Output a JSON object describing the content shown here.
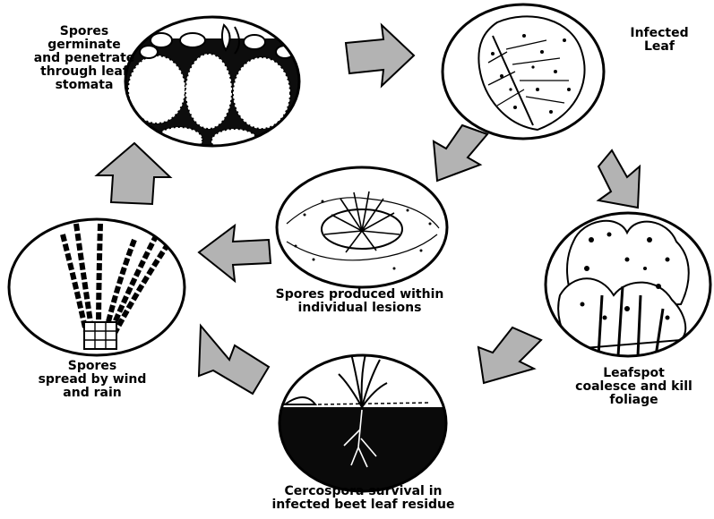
{
  "stages": [
    {
      "id": "stomata",
      "lines": [
        "Spores",
        "germinate",
        "and penetrate",
        "through leaf",
        "stomata"
      ]
    },
    {
      "id": "infected",
      "lines": [
        "Infected",
        "Leaf"
      ]
    },
    {
      "id": "leafspot",
      "lines": [
        "Leafspot",
        "coalesce and kill",
        "foliage"
      ]
    },
    {
      "id": "survival",
      "lines": [
        "Cercospora survival in",
        "infected beet leaf residue"
      ]
    },
    {
      "id": "spread",
      "lines": [
        "Spores",
        "spread by wind",
        "and rain"
      ]
    },
    {
      "id": "produced",
      "lines": [
        "Spores produced within",
        "individual lesions"
      ]
    }
  ],
  "colors": {
    "arrow_fill": "#b3b3b3",
    "outline": "#000000",
    "background": "#ffffff",
    "soil": "#0a0a0a"
  }
}
